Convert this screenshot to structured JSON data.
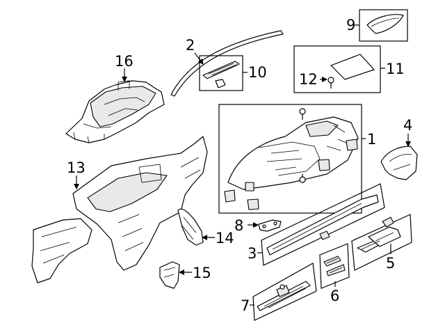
{
  "diagram": {
    "callouts": {
      "p1": "1",
      "p2": "2",
      "p3": "3",
      "p4": "4",
      "p5": "5",
      "p6": "6",
      "p7": "7",
      "p8": "8",
      "p9": "9",
      "p10": "10",
      "p11": "11",
      "p12": "12",
      "p13": "13",
      "p14": "14",
      "p15": "15",
      "p16": "16"
    }
  }
}
